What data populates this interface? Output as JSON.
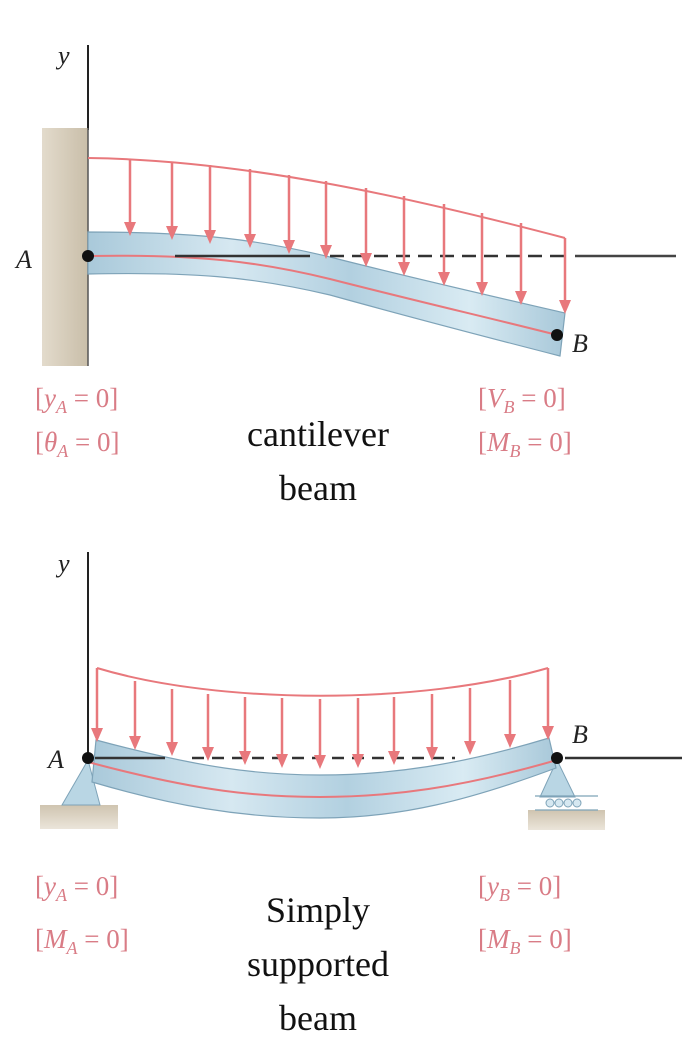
{
  "colors": {
    "load": "#e8787c",
    "condition": "#d97c86",
    "beam": "#b9d6e4",
    "wall": "#d8cebd"
  },
  "cantilever": {
    "axis_label": "y",
    "point_a": "A",
    "point_b": "B",
    "title_lines": [
      "cantilever",
      "beam"
    ],
    "conditions_left": [
      {
        "open": "[",
        "var": "y",
        "sub": "A",
        "rest": " = 0]"
      },
      {
        "open": "[",
        "var": "θ",
        "sub": "A",
        "rest": " = 0]"
      }
    ],
    "conditions_right": [
      {
        "open": "[",
        "var": "V",
        "sub": "B",
        "rest": " = 0]"
      },
      {
        "open": "[",
        "var": "M",
        "sub": "B",
        "rest": " = 0]"
      }
    ]
  },
  "simply_supported": {
    "axis_label": "y",
    "point_a": "A",
    "point_b": "B",
    "title_lines": [
      "Simply",
      "supported",
      "beam"
    ],
    "conditions_left": [
      {
        "open": "[",
        "var": "y",
        "sub": "A",
        "rest": " = 0]"
      },
      {
        "open": "[",
        "var": "M",
        "sub": "A",
        "rest": " = 0]"
      }
    ],
    "conditions_right": [
      {
        "open": "[",
        "var": "y",
        "sub": "B",
        "rest": " = 0]"
      },
      {
        "open": "[",
        "var": "M",
        "sub": "B",
        "rest": " = 0]"
      }
    ]
  }
}
